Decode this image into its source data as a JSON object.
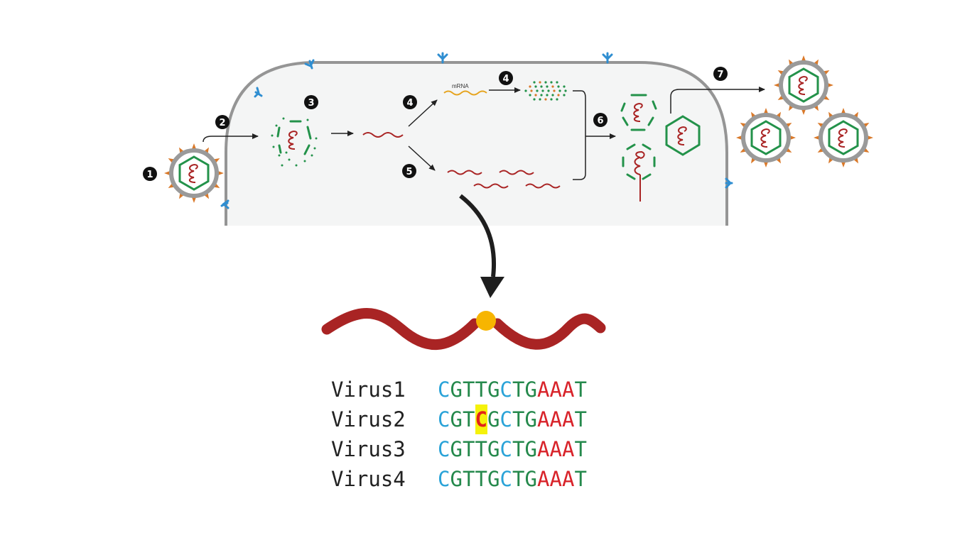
{
  "colors": {
    "cell_fill": "#f4f5f5",
    "cell_border": "#959595",
    "rna": "#a92424",
    "capsid": "#23924a",
    "envelope": "#9a9a9a",
    "spike": "#d9792a",
    "receptor": "#2f8ed1",
    "mrna": "#e6a41f",
    "mutation_dot": "#f7b500",
    "base_C": "#2aa3d8",
    "base_G": "#25894c",
    "base_T": "#25894c",
    "base_A": "#d8232a",
    "base_mutant": "#e2231a",
    "highlight": "#f5f20a"
  },
  "diagram": {
    "steps": [
      "1",
      "2",
      "3",
      "4",
      "4",
      "5",
      "6",
      "7"
    ],
    "mrna_label": "mRNA"
  },
  "alignment": {
    "rows": [
      {
        "name": "Virus1",
        "sequence": "CGTTGCTGAAAT"
      },
      {
        "name": "Virus2",
        "sequence": "CGTCGCTGAAAT",
        "mutation_index": 3
      },
      {
        "name": "Virus3",
        "sequence": "CGTTGCTGAAAT"
      },
      {
        "name": "Virus4",
        "sequence": "CGTTGCTGAAAT"
      }
    ]
  }
}
